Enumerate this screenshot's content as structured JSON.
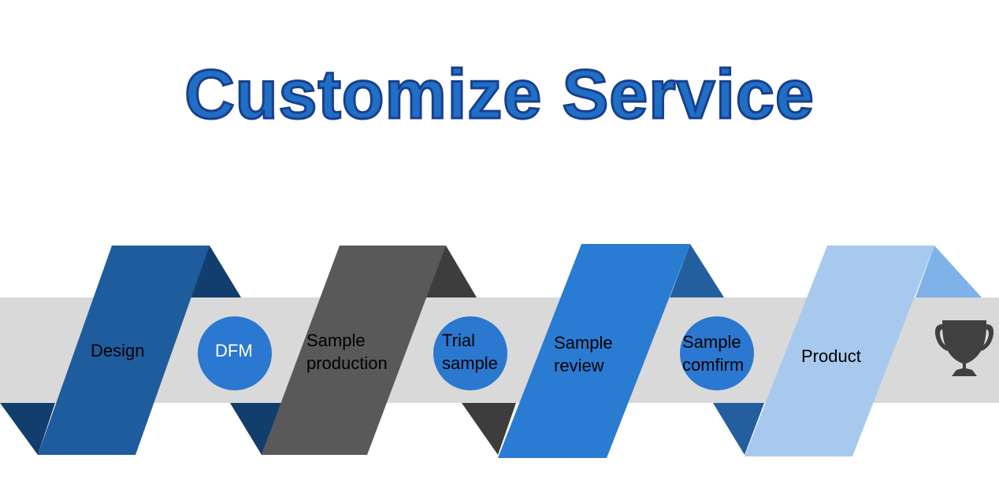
{
  "title": "Customize Service",
  "colors": {
    "band": "#d9d9d9",
    "ribbon_1": "#1f5c9e",
    "ribbon_1_fold": "#123e6e",
    "ribbon_2": "#595959",
    "ribbon_2_fold": "#3d3d3d",
    "ribbon_3": "#2a7bd2",
    "ribbon_3_fold": "#235f9f",
    "ribbon_4": "#a7c9ee",
    "ribbon_4_fold": "#7fb2e8",
    "circle": "#2a78cf",
    "trophy": "#404040"
  },
  "steps": [
    {
      "label": "Design"
    },
    {
      "label": "DFM"
    },
    {
      "label": "Sample\nproduction"
    },
    {
      "label": "Trial\nsample"
    },
    {
      "label": "Sample\nreview"
    },
    {
      "label": "Sample\ncomfirm"
    },
    {
      "label": "Product"
    }
  ],
  "end_icon": "trophy-icon"
}
